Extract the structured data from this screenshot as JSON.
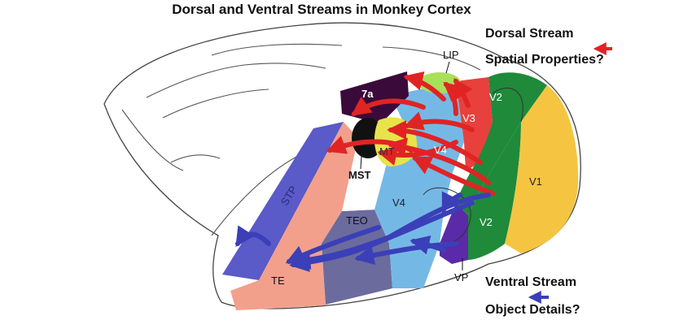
{
  "title": "Dorsal and Ventral Streams in Monkey Cortex",
  "legend": {
    "dorsal": {
      "name": "Dorsal Stream",
      "description": "Spatial Properties?",
      "color": "#e02424"
    },
    "ventral": {
      "name": "Ventral Stream",
      "description": "Object Details?",
      "color": "#3b3fb8"
    }
  },
  "areas": {
    "v1": "V1",
    "v2_upper": "V2",
    "v2_lower": "V2",
    "v3": "V3",
    "v4_upper": "V4",
    "v4_lower": "V4",
    "vp": "VP",
    "mt": "MT",
    "mst": "MST",
    "lip": "LIP",
    "area_7a": "7a",
    "stp": "STP",
    "teo": "TEO",
    "te": "TE"
  },
  "colors": {
    "v1": "#f5c542",
    "v2": "#1f8a3a",
    "v3": "#e8403c",
    "v4": "#74b9e6",
    "vp": "#5a2aa8",
    "mt": "#e8e34a",
    "mst": "#111111",
    "lip": "#a8e05a",
    "area_7a": "#3a0a3a",
    "stp": "#5a5ac8",
    "teo": "#6b6b9e",
    "te": "#f2a08c"
  }
}
